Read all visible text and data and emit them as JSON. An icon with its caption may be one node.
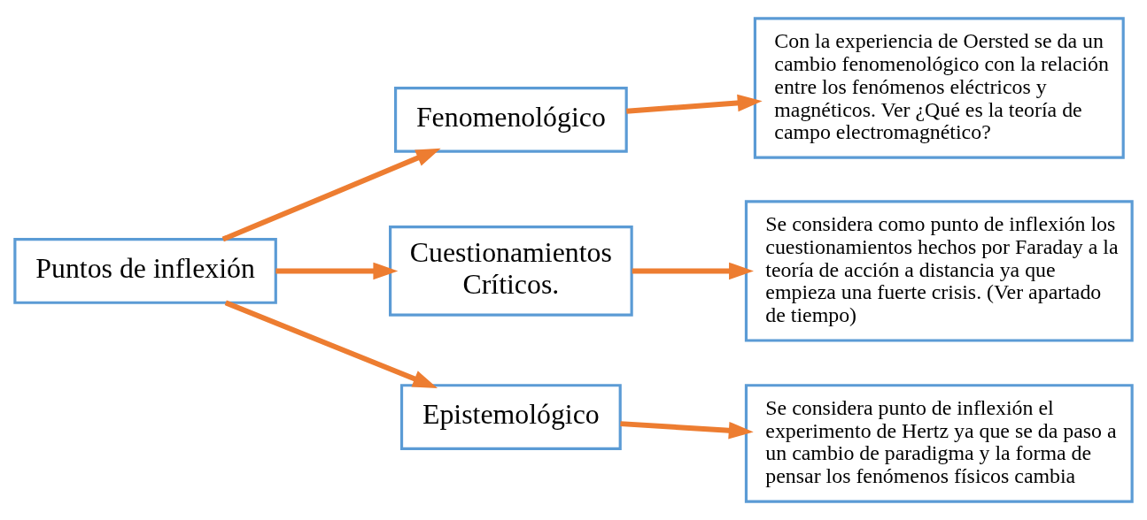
{
  "diagram": {
    "nodes": [
      {
        "text": [
          "Puntos de inflexión"
        ]
      },
      {
        "text": [
          "Fenomenológico"
        ]
      },
      {
        "text": [
          "Con la experiencia de Oersted se da un cambio fenomenológico con la relación entre los fenómenos eléctricos y magnéticos. Ver ¿Qué es la teoría de campo electromagnético?"
        ]
      },
      {
        "text": [
          "Cuestionamientos Críticos."
        ]
      },
      {
        "text": [
          "Se considera como punto de inflexión los cuestionamientos hechos por Faraday a la teoría de acción a distancia ya que empieza una fuerte crisis. (Ver apartado de tiempo)"
        ]
      },
      {
        "text": [
          "Epistemológico"
        ]
      },
      {
        "text": [
          "Se considera punto de inflexión el experimento de Hertz ya que se da paso a un cambio de paradigma y la forma de pensar los fenómenos físicos cambia"
        ]
      }
    ],
    "edges": [
      {
        "from": 0,
        "to": 1,
        "arrow": "to"
      },
      {
        "from": 0,
        "to": 3,
        "arrow": "to"
      },
      {
        "from": 0,
        "to": 5,
        "arrow": "to"
      },
      {
        "from": 1,
        "to": 2,
        "arrow": "to"
      },
      {
        "from": 3,
        "to": 4,
        "arrow": "to"
      },
      {
        "from": 5,
        "to": 6,
        "arrow": "to"
      }
    ]
  }
}
